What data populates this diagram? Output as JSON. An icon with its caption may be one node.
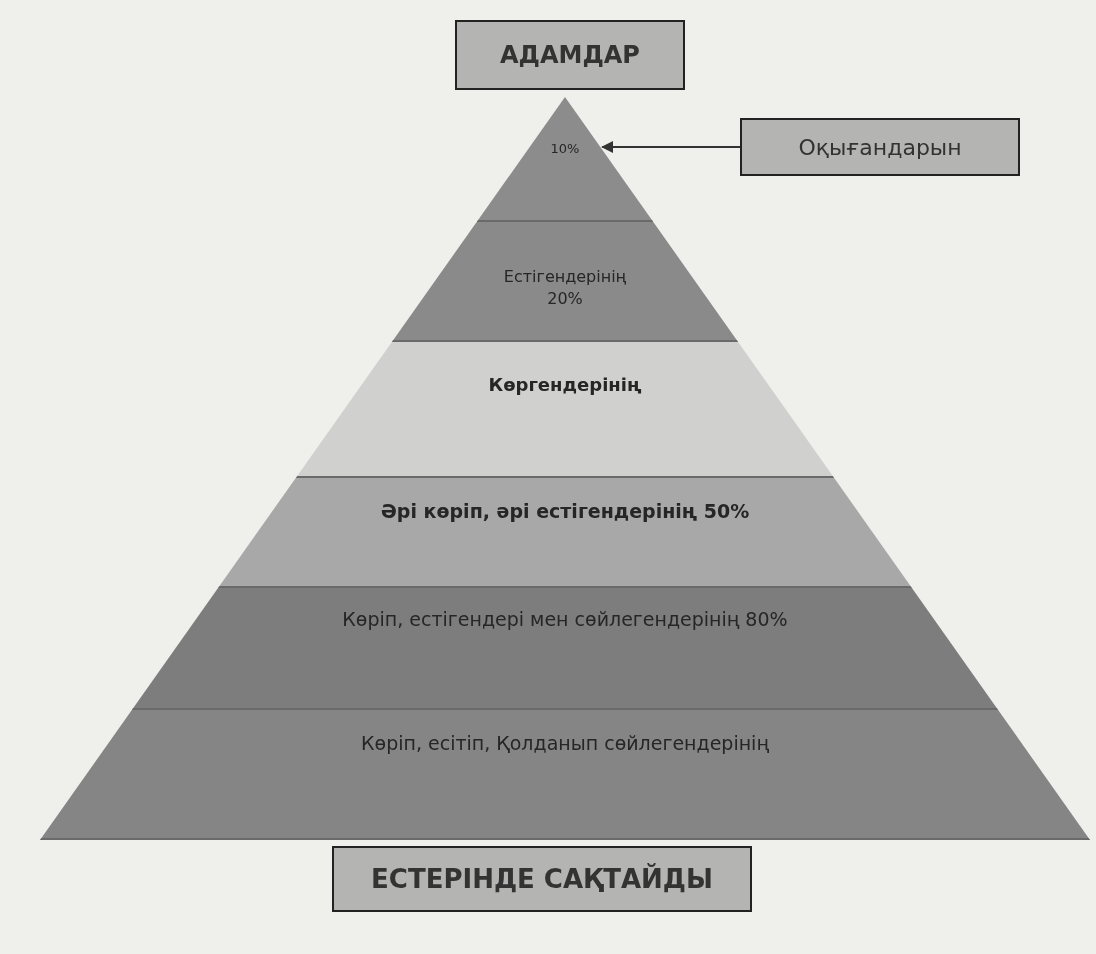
{
  "diagram": {
    "nodes": [
      {
        "text": [
          "АДАМДАР"
        ]
      },
      {
        "text": [
          "10%"
        ]
      },
      {
        "text": [
          "Естігендерінің 20%"
        ]
      },
      {
        "text": [
          "Көргендерінің"
        ]
      },
      {
        "text": [
          "Әрі көріп, әрі естігендерінің 50%"
        ]
      },
      {
        "text": [
          "Көріп, естігендері мен сөйлегендерінің 80%"
        ]
      },
      {
        "text": [
          "Көріп, есітіп, Қолданып сөйлегендерінің"
        ]
      },
      {
        "text": [
          "Оқығандарын"
        ]
      },
      {
        "text": [
          "ЕСТЕРІНДЕ САҚТАЙДЫ"
        ]
      }
    ],
    "edges": [
      {
        "from": 7,
        "to": 1,
        "arrow": "to"
      }
    ]
  }
}
